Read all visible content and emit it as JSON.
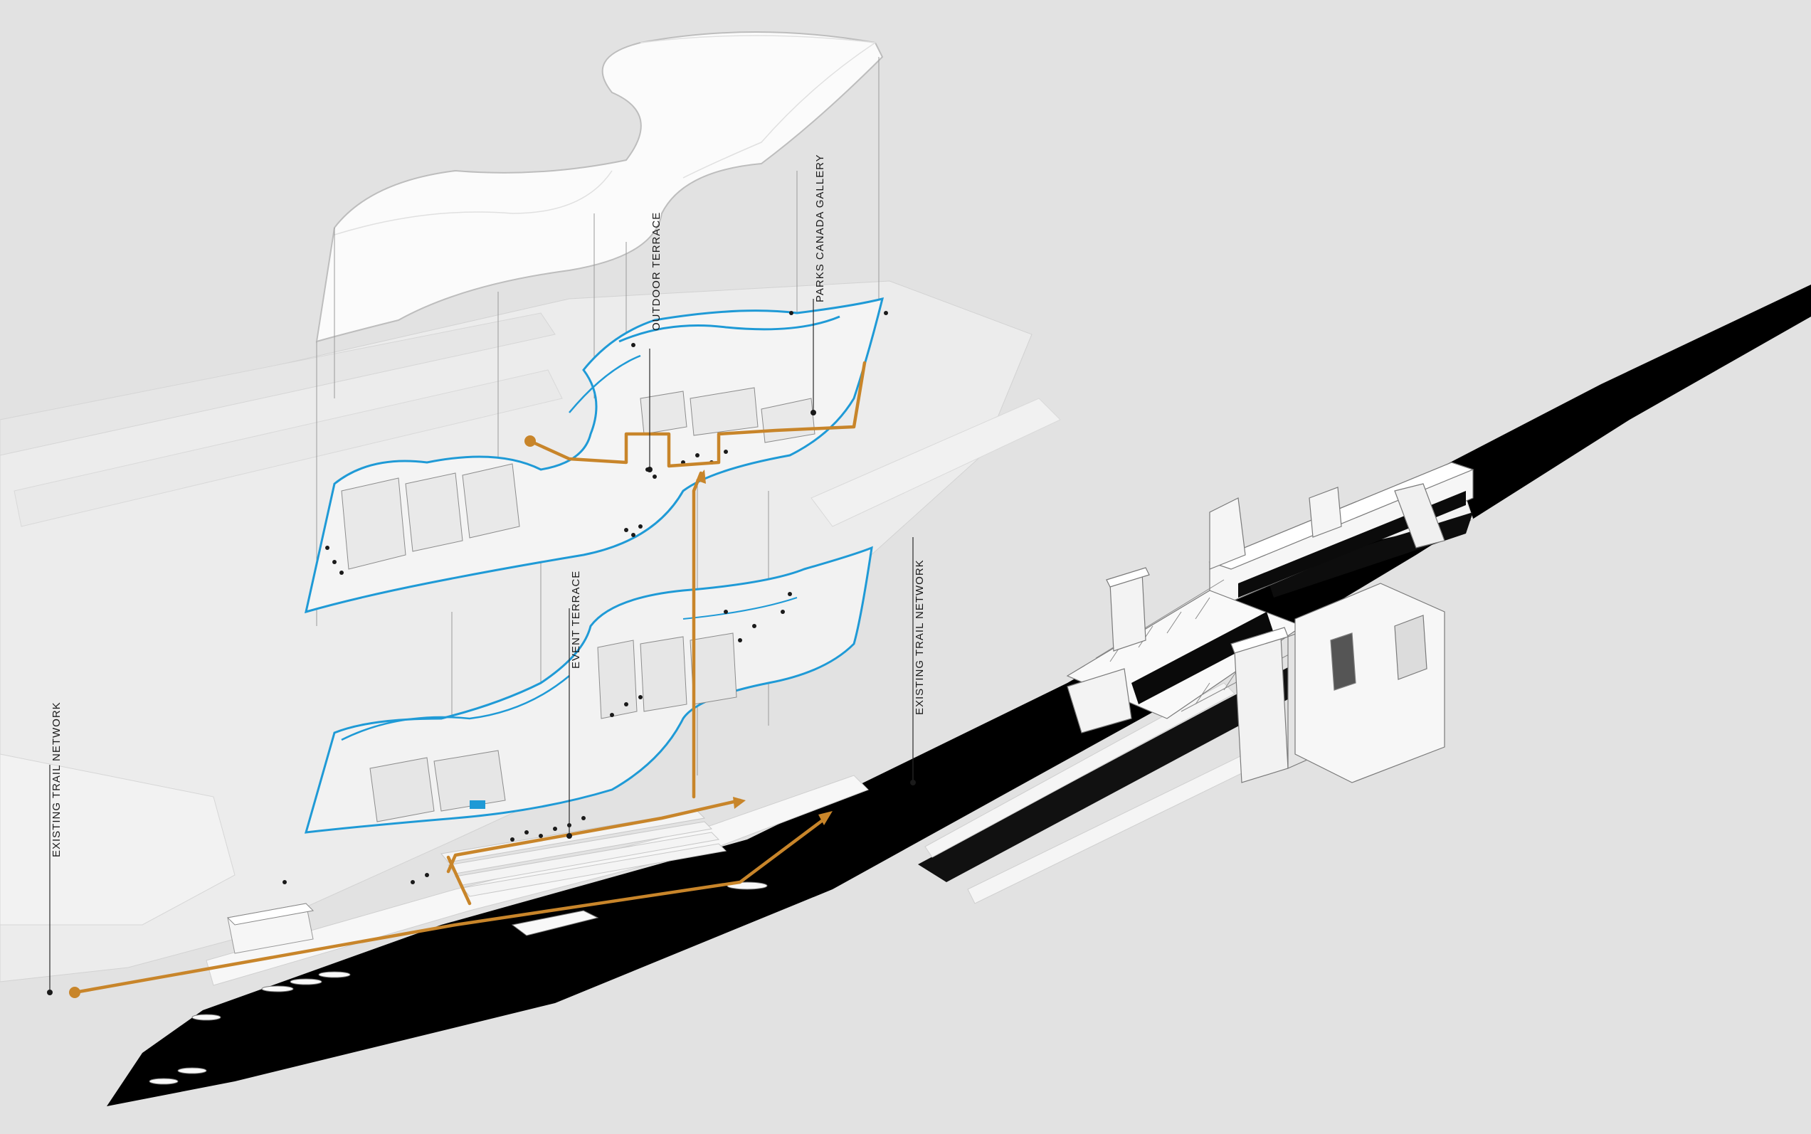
{
  "labels": {
    "existing_trail_left": "EXISTING TRAIL NETWORK",
    "event_terrace": "EVENT TERRACE",
    "outdoor_terrace": "OUTDOOR TERRACE",
    "parks_canada_gallery": "PARKS CANADA GALLERY",
    "existing_trail_right": "EXISTING TRAIL NETWORK"
  },
  "colors": {
    "background": "#e2e2e2",
    "ground": "#ededed",
    "water": "#000000",
    "circulation": "#c8852a",
    "glazing": "#1f9ad6",
    "structure": "#ffffff",
    "leader": "#2a2a2a"
  }
}
